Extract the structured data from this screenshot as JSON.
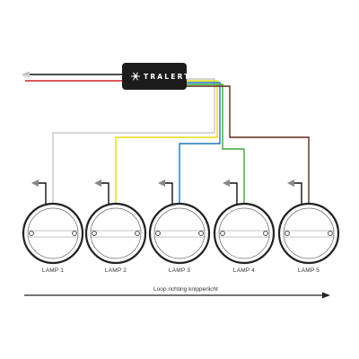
{
  "module": {
    "brand": "TRALERT",
    "trademark": "®",
    "icon": "snowflake-logo-icon"
  },
  "lamps": [
    {
      "label": "LAMP 1",
      "wire_color": "#c8c8c8"
    },
    {
      "label": "LAMP 2",
      "wire_color": "#e7d817"
    },
    {
      "label": "LAMP 3",
      "wire_color": "#1f77c0"
    },
    {
      "label": "LAMP 4",
      "wire_color": "#3aa83a"
    },
    {
      "label": "LAMP 5",
      "wire_color": "#5b2c16"
    }
  ],
  "power_wires": {
    "positive_color": "#d42020",
    "negative_color": "#111111"
  },
  "direction": {
    "caption": "Loop richting knipperlicht"
  },
  "colors": {
    "module_body": "#1c1c1c",
    "lamp_ring": "#222222",
    "lamp_fill": "#ffffff",
    "ground_wire": "#111111",
    "ground_symbol": "#888888"
  }
}
